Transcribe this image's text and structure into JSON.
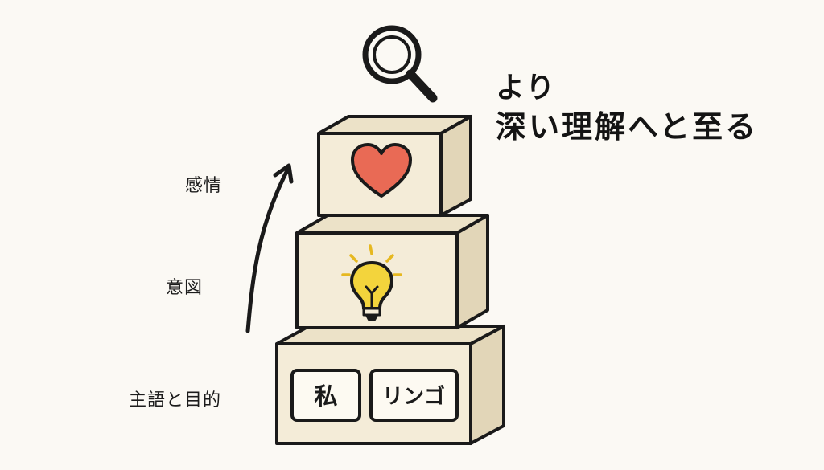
{
  "headline": {
    "line1": "より",
    "line2": "深い理解へと至る"
  },
  "levels": [
    {
      "label": "感情",
      "icon": "heart-icon"
    },
    {
      "label": "意図",
      "icon": "lightbulb-icon"
    },
    {
      "label": "主語と目的",
      "icon": "word-cards"
    }
  ],
  "words": {
    "subject": "私",
    "object": "リンゴ"
  },
  "icons": {
    "top": "magnifier-icon",
    "arrow": "up-arrow"
  },
  "colors": {
    "background": "#fbf9f4",
    "block_front": "#f4ecd8",
    "block_top": "#ece2c8",
    "block_side": "#e2d6b8",
    "outline": "#1a1a1a",
    "heart": "#e96a55",
    "bulb": "#f3d43c"
  }
}
